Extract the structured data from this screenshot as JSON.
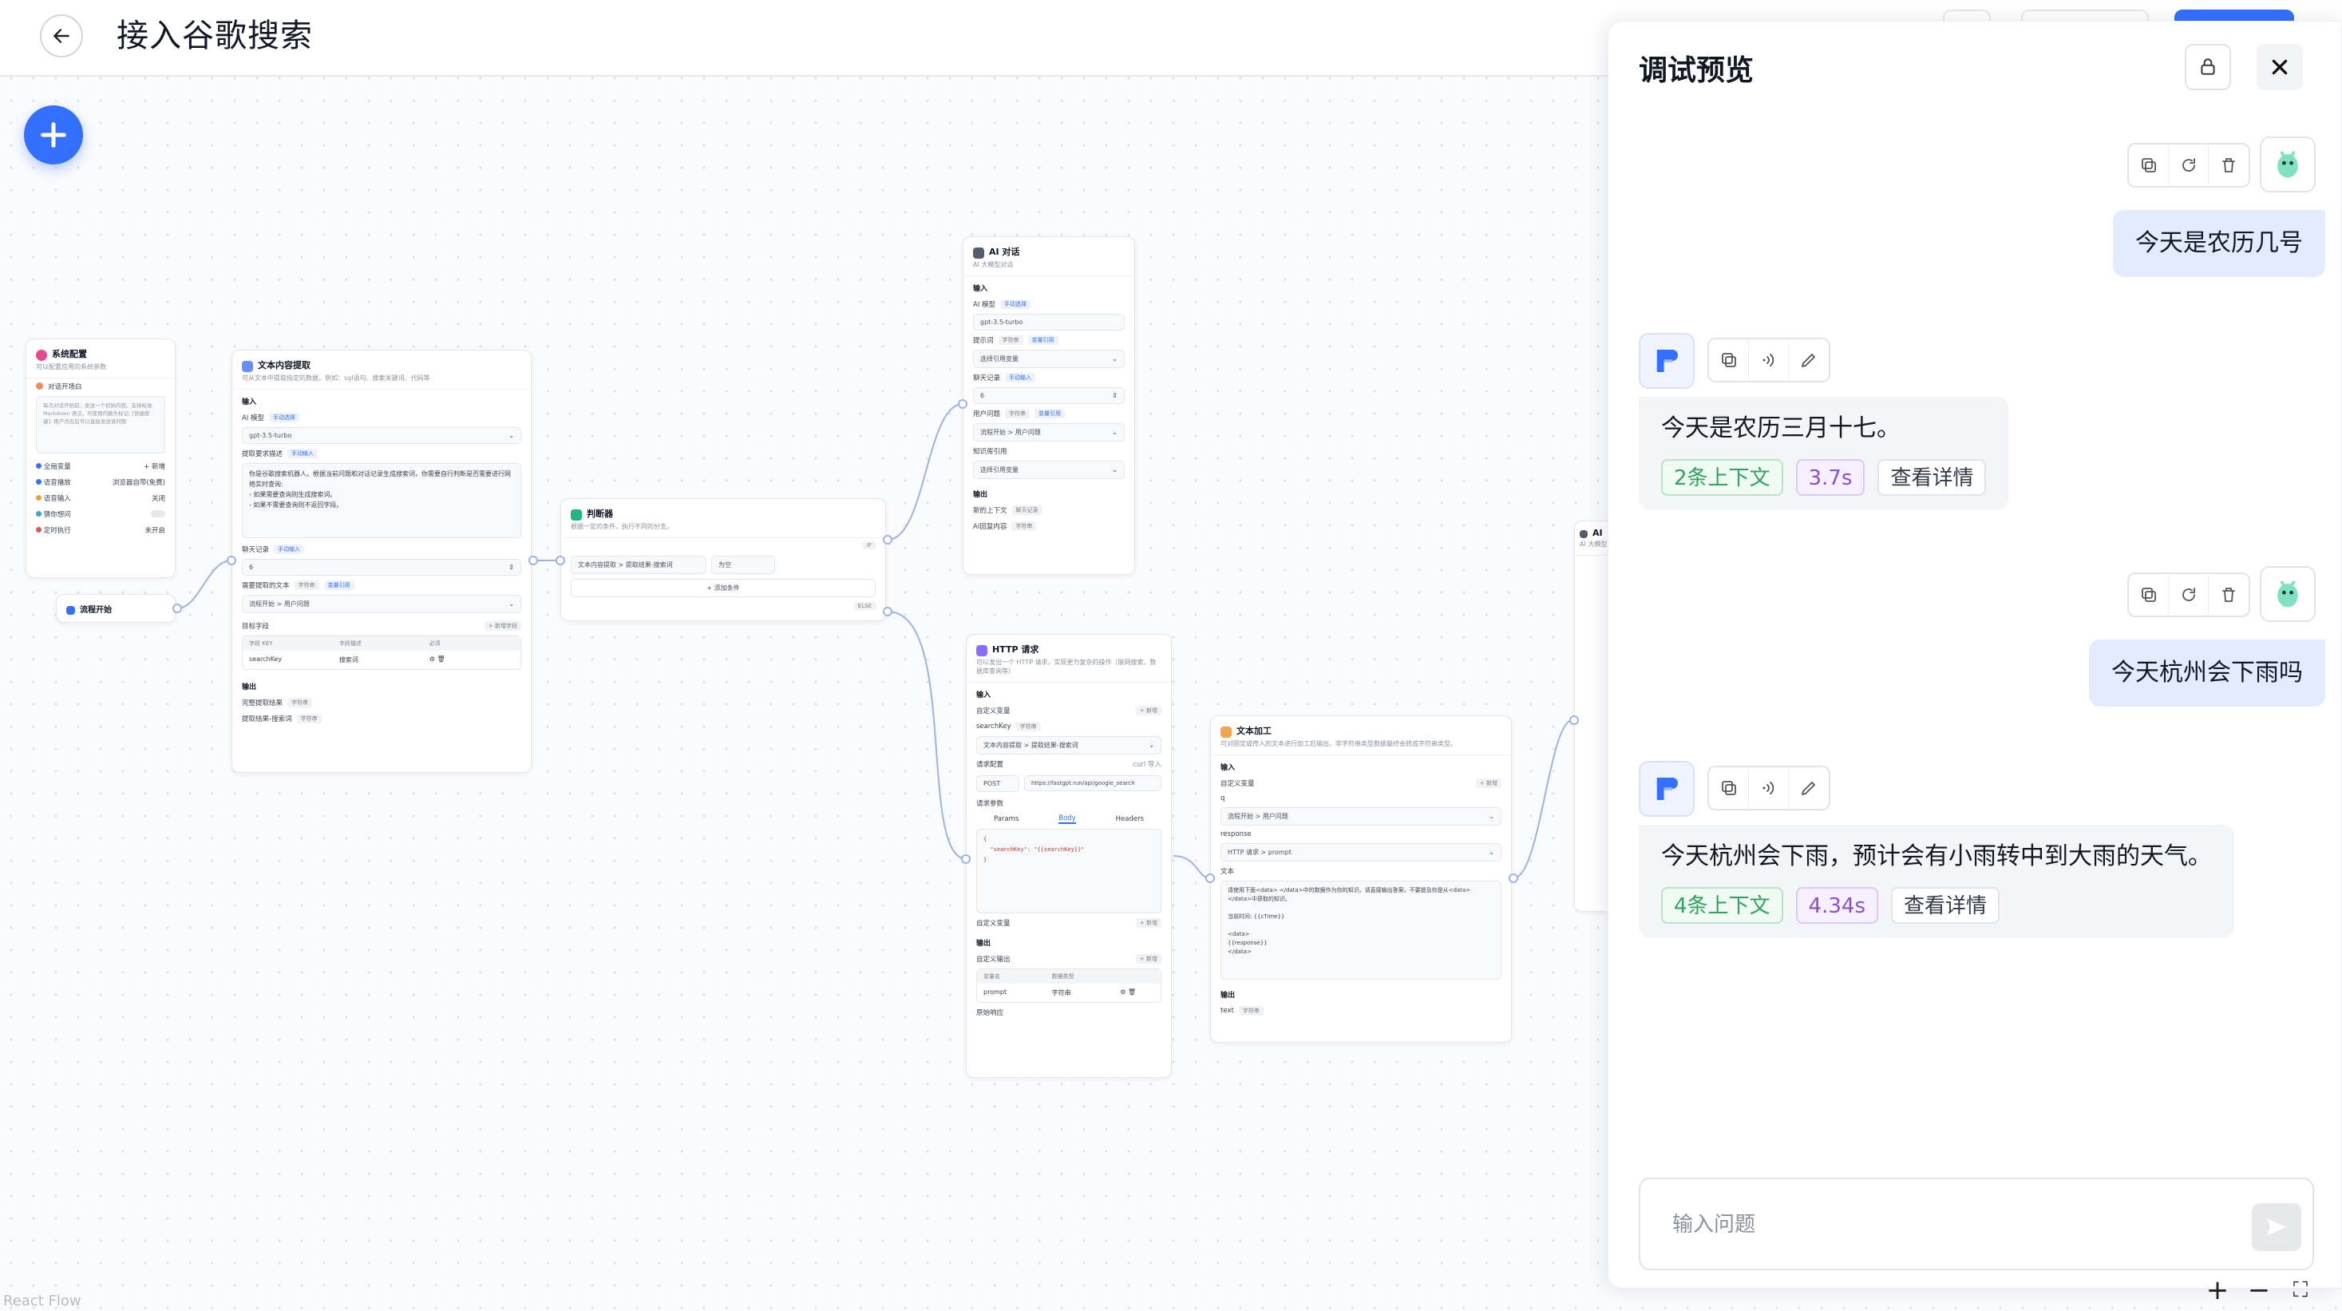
{
  "header": {
    "title": "接入谷歌搜索"
  },
  "canvas": {
    "attribution": "React Flow",
    "nodes": {
      "system_config": {
        "title": "系统配置",
        "desc": "可以配置应用的系统参数",
        "opening_label": "对话开场白",
        "opening_text": "每次对话开始前，发送一个初始内容。支持标准 Markdown 语法，可使用的额外标记: [快捷按键]: 用户点击后可以直接发送该问题",
        "rows": [
          {
            "label": "全局变量",
            "value": "+ 新增"
          },
          {
            "label": "语音播放",
            "value": "浏览器自带(免费)"
          },
          {
            "label": "语音输入",
            "value": "关闭"
          },
          {
            "label": "猜你想问",
            "value": ""
          },
          {
            "label": "定时执行",
            "value": "未开启"
          }
        ]
      },
      "flow_start": {
        "title": "流程开始"
      },
      "text_extract": {
        "title": "文本内容提取",
        "desc": "可从文本中提取指定的数据，例如：sql语句、搜索关键词、代码等",
        "input_label": "输入",
        "model_label": "AI 模型",
        "model_chip": "手动选择",
        "model_value": "gpt-3.5-turbo",
        "req_label": "提取要求描述",
        "req_chip": "手动输入",
        "req_text": "你是谷歌搜索机器人。根据当前问题和对话记录生成搜索词，你需要自行判断是否需要进行网络实时查询:\n- 如果需要查询则生成搜索词。\n- 如果不需要查询则不返回字段。",
        "history_label": "聊天记录",
        "history_chip": "手动输入",
        "history_value": "6",
        "text_label": "需要提取的文本",
        "text_chip1": "字符串",
        "text_chip2": "变量引用",
        "text_value": "流程开始 > 用户问题",
        "target_label": "目标字段",
        "target_add": "+ 新增字段",
        "table_headers": [
          "字段 KEY",
          "字段描述",
          "必须"
        ],
        "table_row": [
          "searchKey",
          "搜索词",
          ""
        ],
        "output_label": "输出",
        "outputs": [
          {
            "label": "完整提取结果",
            "chip": "字符串"
          },
          {
            "label": "提取结果-搜索词",
            "chip": "字符串"
          }
        ]
      },
      "judge": {
        "title": "判断器",
        "desc": "根据一定的条件，执行不同的分支。",
        "if_label": "IF",
        "cond_var": "文本内容提取 > 提取结果-搜索词",
        "cond_op": "为空",
        "add_cond": "+ 添加条件",
        "else_label": "ELSE"
      },
      "ai_chat": {
        "title": "AI 对话",
        "desc": "AI 大模型对话",
        "input_label": "输入",
        "model_label": "AI 模型",
        "model_chip": "手动选择",
        "model_value": "gpt-3.5-turbo",
        "prompt_label": "提示词",
        "prompt_chip1": "字符串",
        "prompt_chip2": "变量引用",
        "prompt_value": "选择引用变量",
        "history_label": "聊天记录",
        "history_chip": "手动输入",
        "history_value": "6",
        "question_label": "用户问题",
        "question_chip1": "字符串",
        "question_chip2": "变量引用",
        "question_value": "流程开始 > 用户问题",
        "kb_label": "知识库引用",
        "kb_value": "选择引用变量",
        "output_label": "输出",
        "outputs": [
          {
            "label": "新的上下文",
            "chip": "聊天记录"
          },
          {
            "label": "AI回复内容",
            "chip": "字符串"
          }
        ]
      },
      "http": {
        "title": "HTTP 请求",
        "desc": "可以发出一个 HTTP 请求，实现更为复杂的操作（联网搜索、数据库查询等）",
        "input_label": "输入",
        "custom_var_label": "自定义变量",
        "add": "+ 新增",
        "var_name": "searchKey",
        "var_chip": "字符串",
        "var_value": "文本内容提取 > 提取结果-搜索词",
        "req_config_label": "请求配置",
        "curl": "curl 导入",
        "method": "POST",
        "url": "https://fastgpt.run/api/google_search",
        "params_label": "请求参数",
        "tabs": [
          "Params",
          "Body",
          "Headers"
        ],
        "body_code": "{\n  \"searchKey\": \"{{searchKey}}\"\n}",
        "custom_var2_label": "自定义变量",
        "output_label": "输出",
        "custom_out_label": "自定义输出",
        "out_headers": [
          "变量名",
          "数据类型"
        ],
        "out_row": [
          "prompt",
          "字符串"
        ],
        "raw_label": "原始响应"
      },
      "text_process": {
        "title": "文本加工",
        "desc": "可对固定或传入的文本进行加工后输出，非字符串类型数据最终会转成字符串类型。",
        "input_label": "输入",
        "custom_var_label": "自定义变量",
        "add": "+ 新增",
        "q_label": "q",
        "q_value": "流程开始 > 用户问题",
        "resp_label": "response",
        "resp_value": "HTTP 请求 > prompt",
        "text_label": "文本",
        "text_body": "请使用下面<data> </data>中的数据作为你的知识。请直接输出答案，不要提及你是从<data> </data>中获取的知识。\n\n当前时间: {{cTime}}\n\n<data>\n{{response}}\n</data>",
        "output_label": "输出",
        "out_name": "text",
        "out_chip": "字符串"
      },
      "ai_chat2": {
        "title": "AI",
        "desc": "AI 大模型对话"
      }
    }
  },
  "panel": {
    "title": "调试预览",
    "messages": [
      {
        "role": "user",
        "text": "今天是农历几号"
      },
      {
        "role": "ai",
        "text": "今天是农历三月十七。",
        "tags": [
          "2条上下文",
          "3.7s",
          "查看详情"
        ]
      },
      {
        "role": "user",
        "text": "今天杭州会下雨吗"
      },
      {
        "role": "ai",
        "text": "今天杭州会下雨，预计会有小雨转中到大雨的天气。",
        "tags": [
          "4条上下文",
          "4.34s",
          "查看详情"
        ]
      }
    ],
    "input_placeholder": "输入问题"
  },
  "zoom": {
    "in": "+",
    "out": "−",
    "fit": "⛶"
  },
  "colors": {
    "accent": "#3370ff",
    "user_bubble": "#e3ebff",
    "ai_bubble": "#f4f5f7",
    "green": "#2fa35f",
    "purple": "#8a4fd3"
  }
}
